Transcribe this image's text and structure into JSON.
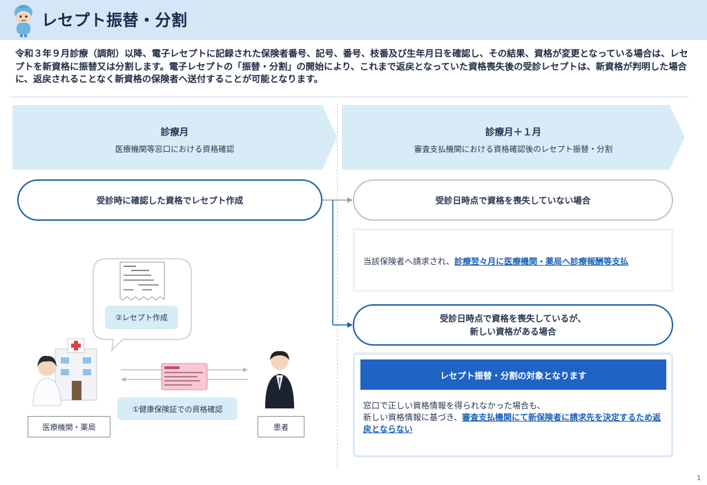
{
  "header": {
    "title": "レセプト振替・分割",
    "mascot_icon": "mascot-icon"
  },
  "intro": "令和３年９月診療（調剤）以降、電子レセプトに記録された保険者番号、記号、番号、枝番及び生年月日を確認し、その結果、資格が変更となっている場合は、レセプトを新資格に振替又は分割します。電子レセプトの「振替・分割」の開始により、これまで返戻となっていた資格喪失後の受診レセプトは、新資格が判明した場合に、返戻されることなく新資格の保険者へ送付することが可能となります。",
  "left": {
    "title": "診療月",
    "subtitle": "医療機関等窓口における資格確認",
    "pill": "受診時に確認した資格でレセプト作成",
    "bubble_label": "②レセプト作成",
    "confirm_label": "①健康保険証での資格確認",
    "facility_label": "医療機関・薬局",
    "patient_label": "患者"
  },
  "right": {
    "title": "診療月＋１月",
    "subtitle": "審査支払機関における資格確認後のレセプト振替・分割",
    "case1": "受診日時点で資格を喪失していない場合",
    "case1_text_a": "当該保険者へ請求され、",
    "case1_text_b": "診療翌々月に医療機関・薬局へ診療報酬等支払",
    "case2_line1": "受診日時点で資格を喪失しているが、",
    "case2_line2": "新しい資格がある場合",
    "banner": "レセプト振替・分割の対象となります",
    "case2_text_a": "窓口で正しい資格情報を得られなかった場合も、",
    "case2_text_b": "新しい資格情報に基づき、",
    "case2_text_c": "審査支払機関にて新保険者に請求先を決定するため返戻とならない"
  },
  "page_number": "1",
  "colors": {
    "accent_blue": "#1f5fa5",
    "banner_blue": "#1f64c4",
    "header_bg": "#d6e6f6",
    "chevron_bg": "#d8ecf8",
    "highlight": "#1c61b8"
  }
}
